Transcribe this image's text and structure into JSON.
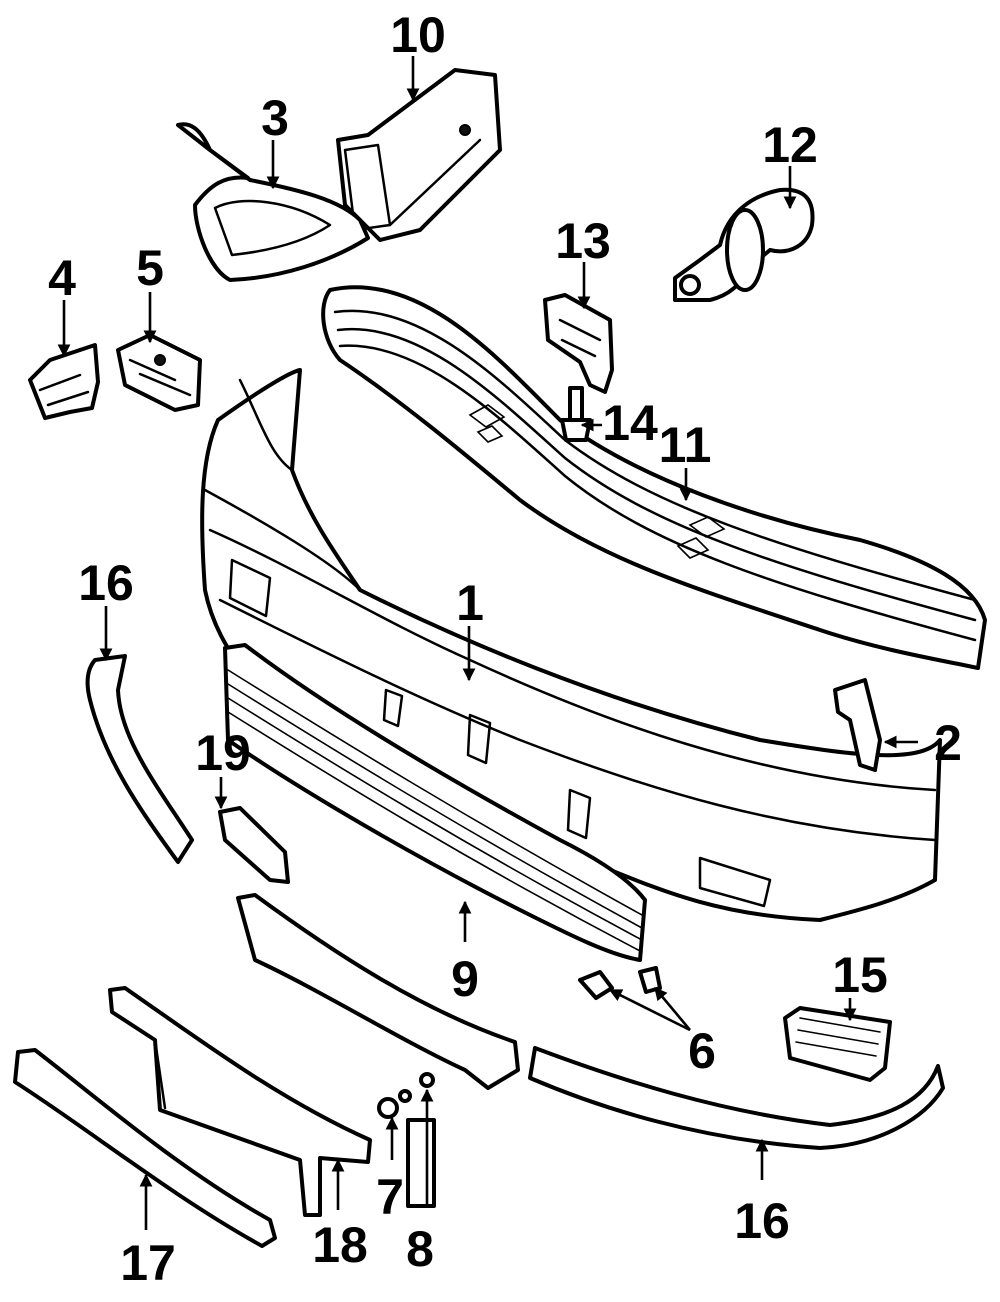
{
  "callouts": [
    {
      "id": "c1",
      "label": "1"
    },
    {
      "id": "c2",
      "label": "2"
    },
    {
      "id": "c3",
      "label": "3"
    },
    {
      "id": "c4",
      "label": "4"
    },
    {
      "id": "c5",
      "label": "5"
    },
    {
      "id": "c6",
      "label": "6"
    },
    {
      "id": "c7",
      "label": "7"
    },
    {
      "id": "c8",
      "label": "8"
    },
    {
      "id": "c9",
      "label": "9"
    },
    {
      "id": "c10",
      "label": "10"
    },
    {
      "id": "c11",
      "label": "11"
    },
    {
      "id": "c12",
      "label": "12"
    },
    {
      "id": "c13",
      "label": "13"
    },
    {
      "id": "c14",
      "label": "14"
    },
    {
      "id": "c15",
      "label": "15"
    },
    {
      "id": "c16a",
      "label": "16"
    },
    {
      "id": "c16b",
      "label": "16"
    },
    {
      "id": "c17",
      "label": "17"
    },
    {
      "id": "c18",
      "label": "18"
    },
    {
      "id": "c19",
      "label": "19"
    }
  ]
}
